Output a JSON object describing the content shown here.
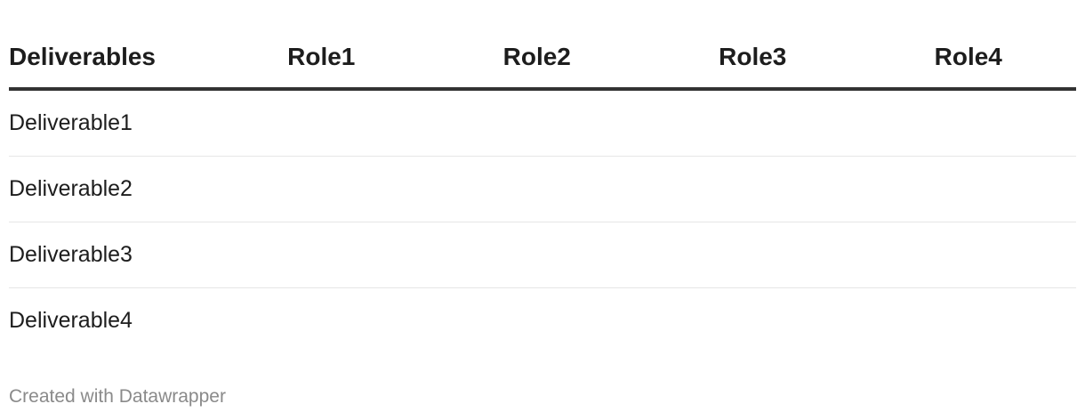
{
  "chart_data": {
    "type": "table",
    "columns": [
      "Deliverables",
      "Role1",
      "Role2",
      "Role3",
      "Role4"
    ],
    "rows": [
      [
        "Deliverable1",
        "",
        "",
        "",
        ""
      ],
      [
        "Deliverable2",
        "",
        "",
        "",
        ""
      ],
      [
        "Deliverable3",
        "",
        "",
        "",
        ""
      ],
      [
        "Deliverable4",
        "",
        "",
        "",
        ""
      ]
    ]
  },
  "footer": {
    "credit": "Created with Datawrapper"
  },
  "colors": {
    "text": "#1d1d1d",
    "header_rule": "#333333",
    "row_divider": "#e6e6e6",
    "footer_text": "#8a8a8a"
  }
}
